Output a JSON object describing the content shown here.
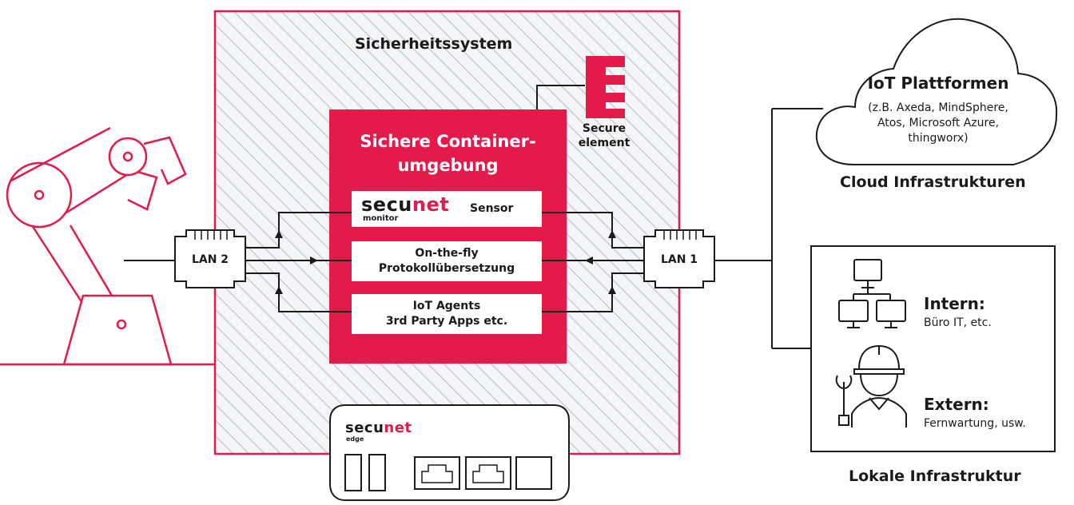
{
  "security_system": {
    "title": "Sicherheitssystem"
  },
  "secure_element": {
    "label_line1": "Secure",
    "label_line2": "element"
  },
  "container": {
    "title_line1": "Sichere Container-",
    "title_line2": "umgebung"
  },
  "modules": {
    "sensor": {
      "brand_a": "secu",
      "brand_b": "net",
      "brand_sub": "monitor",
      "label": "Sensor"
    },
    "protocol": {
      "line1": "On-the-fly",
      "line2": "Protokollübersetzung"
    },
    "agents": {
      "line1": "IoT Agents",
      "line2": "3rd Party Apps etc."
    }
  },
  "ports": {
    "lan2": "LAN 2",
    "lan1": "LAN 1"
  },
  "device": {
    "brand_a": "secu",
    "brand_b": "net",
    "brand_sub": "edge"
  },
  "cloud": {
    "title": "IoT Plattformen",
    "desc_line1": "(z.B. Axeda, MindSphere,",
    "desc_line2": "Atos, Microsoft Azure,",
    "desc_line3": "thingworx)",
    "caption": "Cloud Infrastrukturen"
  },
  "local": {
    "intern_title": "Intern:",
    "intern_desc": "Büro IT, etc.",
    "extern_title": "Extern:",
    "extern_desc": "Fernwartung, usw.",
    "caption": "Lokale Infrastruktur"
  },
  "colors": {
    "accent": "#e31b4a",
    "line": "#1a1a1a",
    "hatch": "#c9ccd4"
  }
}
